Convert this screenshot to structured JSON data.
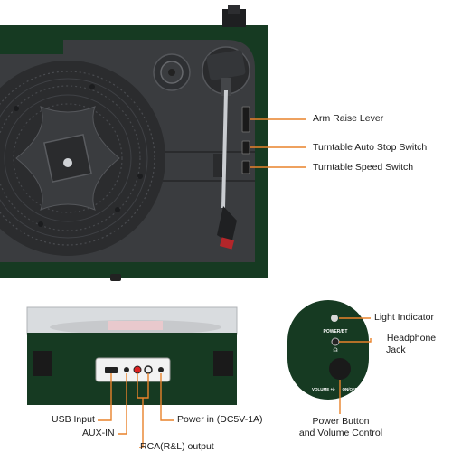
{
  "callouts": {
    "arm_raise_lever": "Arm Raise Lever",
    "auto_stop_switch": "Turntable Auto Stop Switch",
    "speed_switch": "Turntable Speed Switch",
    "light_indicator": "Light Indicator",
    "headphone_jack_line1": "Headphone",
    "headphone_jack_line2": "Jack",
    "power_button_line1": "Power Button",
    "power_button_line2": "and Volume Control",
    "usb_input": "USB Input",
    "aux_in": "AUX-IN",
    "rca_output": "RCA(R&L) output",
    "power_in": "Power in (DC5V-1A)"
  },
  "panel_text": {
    "power_bt": "POWER/BT",
    "volume": "VOLUME +/-",
    "on_off": "ON/OFF"
  },
  "colors": {
    "body_green": "#163a22",
    "platter_dark": "#2a2b2d",
    "callout_orange": "#e8822a"
  }
}
